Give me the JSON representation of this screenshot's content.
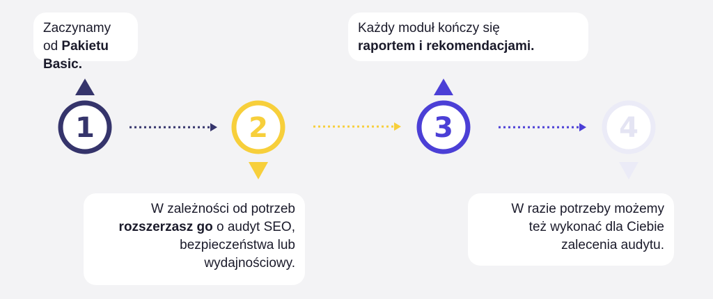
{
  "colors": {
    "step1": "#35346b",
    "step2": "#f7cf3b",
    "step3": "#4b3fd6",
    "step4": "#ebebf7",
    "background": "#f3f3f5"
  },
  "steps": [
    {
      "number": "1"
    },
    {
      "number": "2"
    },
    {
      "number": "3"
    },
    {
      "number": "4"
    }
  ],
  "notes": {
    "step1": {
      "line1": "Zaczynamy",
      "line2_pre": "od ",
      "line2_bold": "Pakietu Basic."
    },
    "step2": {
      "line1": "W zależności od potrzeb",
      "line2_bold": "rozszerzasz go",
      "line2_rest": " o audyt SEO,",
      "line3": "bezpieczeństwa lub",
      "line4": "wydajnościowy."
    },
    "step3": {
      "line1": "Każdy moduł kończy się",
      "line2_bold": "raportem i rekomendacjami."
    },
    "step4": {
      "line1": "W razie potrzeby możemy",
      "line2": "też wykonać dla Ciebie",
      "line3": "zalecenia audytu."
    }
  }
}
